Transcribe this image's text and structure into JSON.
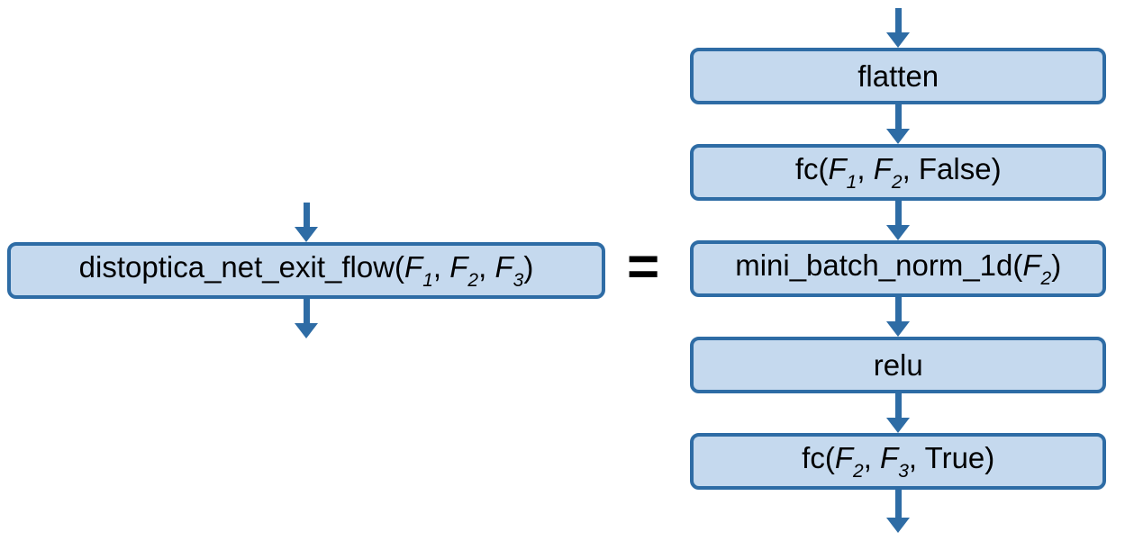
{
  "colors": {
    "node_fill": "#c5d9ee",
    "node_border": "#2e6ca5",
    "arrow": "#2e6ca5",
    "text": "#000000",
    "equals": "#000000",
    "background": "#ffffff"
  },
  "diagram": {
    "equals_sign": "=",
    "lhs": {
      "node": {
        "name": "distoptica_net_exit_flow",
        "text": "distoptica_net_exit_flow(F1, F2, F3)",
        "segments": [
          {
            "t": "distoptica_net_exit_flow("
          },
          {
            "t": "F",
            "s": "i"
          },
          {
            "t": "1",
            "s": "sub"
          },
          {
            "t": ", "
          },
          {
            "t": "F",
            "s": "i"
          },
          {
            "t": "2",
            "s": "sub"
          },
          {
            "t": ", "
          },
          {
            "t": "F",
            "s": "i"
          },
          {
            "t": "3",
            "s": "sub"
          },
          {
            "t": ")"
          }
        ]
      }
    },
    "rhs": {
      "nodes": [
        {
          "name": "flatten",
          "text": "flatten",
          "segments": [
            {
              "t": "flatten"
            }
          ]
        },
        {
          "name": "fc_F1_F2_False",
          "text": "fc(F1, F2, False)",
          "segments": [
            {
              "t": "fc("
            },
            {
              "t": "F",
              "s": "i"
            },
            {
              "t": "1",
              "s": "sub"
            },
            {
              "t": ", "
            },
            {
              "t": "F",
              "s": "i"
            },
            {
              "t": "2",
              "s": "sub"
            },
            {
              "t": ", False)"
            }
          ]
        },
        {
          "name": "mini_batch_norm_1d_F2",
          "text": "mini_batch_norm_1d(F2)",
          "segments": [
            {
              "t": "mini_batch_norm_1d("
            },
            {
              "t": "F",
              "s": "i"
            },
            {
              "t": "2",
              "s": "sub"
            },
            {
              "t": ")"
            }
          ]
        },
        {
          "name": "relu",
          "text": "relu",
          "segments": [
            {
              "t": "relu"
            }
          ]
        },
        {
          "name": "fc_F2_F3_True",
          "text": "fc(F2, F3, True)",
          "segments": [
            {
              "t": "fc("
            },
            {
              "t": "F",
              "s": "i"
            },
            {
              "t": "2",
              "s": "sub"
            },
            {
              "t": ", "
            },
            {
              "t": "F",
              "s": "i"
            },
            {
              "t": "3",
              "s": "sub"
            },
            {
              "t": ", True)"
            }
          ]
        }
      ]
    }
  }
}
